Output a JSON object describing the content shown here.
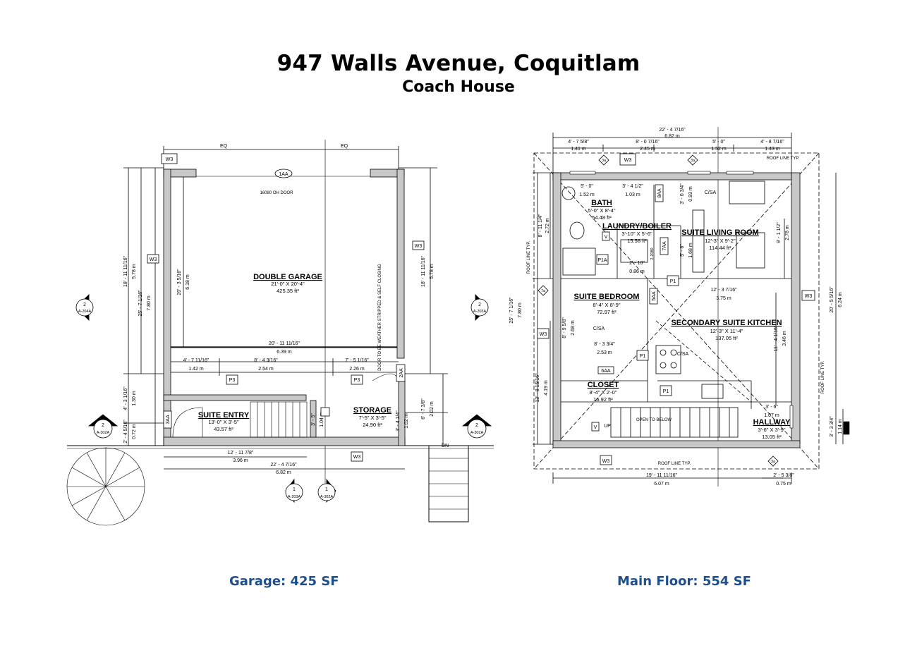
{
  "header": {
    "title": "947 Walls Avenue, Coquitlam",
    "subtitle": "Coach House"
  },
  "captions": {
    "garage": "Garage: 425 SF",
    "main_floor": "Main Floor: 554 SF"
  },
  "colors": {
    "caption": "#1f4e8c",
    "wall": "#c8c8c8",
    "line": "#000000"
  },
  "garage_plan": {
    "eq1": "EQ",
    "eq2": "EQ",
    "door_tag": "1AA",
    "oh_door": "16080 OH DOOR",
    "side_door_tag": "2AA",
    "wall_tag_w3": "W3",
    "door_note": "DOOR TO BE WEATHER STRIPPED & SELF CLOSING",
    "p3": "P3",
    "p3_tag": "P3",
    "rooms": {
      "double_garage": {
        "name": "DOUBLE GARAGE",
        "dims": "21'-0\" X 20'-4\"",
        "area": "425.35 ft²"
      },
      "suite_entry": {
        "name": "SUITE ENTRY",
        "dims": "13'-0\" X 3'-5\"",
        "area": "43.57 ft²"
      },
      "storage": {
        "name": "STORAGE",
        "dims": "7'-5\" X 3'-5\"",
        "area": "24.90 ft²"
      }
    },
    "dims": {
      "overall_width_ft": "22' - 4 7/16\"",
      "overall_width_m": "6.82 m",
      "inner_width_ft": "20' - 11 11/16\"",
      "inner_width_m": "6.39 m",
      "seg1_ft": "4' - 7 11/16\"",
      "seg1_m": "1.42 m",
      "seg2_ft": "8' - 4 3/16\"",
      "seg2_m": "2.54 m",
      "seg3_ft": "7' - 5 1/16\"",
      "seg3_m": "2.26 m",
      "entry_w_ft": "12' - 11 7/8\"",
      "entry_w_m": "3.96 m",
      "left_h1_ft": "18' - 11 11/16\"",
      "left_h1_m": "5.78 m",
      "left_h2_ft": "25' - 7 1/16\"",
      "left_h2_m": "7.80 m",
      "left_h3_ft": "20' - 3 5/16\"",
      "left_h3_m": "6.18 m",
      "left_h4_ft": "4' - 3 1/16\"",
      "left_h4_m": "1.30 m",
      "left_h5_ft": "2' - 4 5/16\"",
      "left_h5_m": "0.72 m",
      "right_h1_ft": "18' - 11 11/16\"",
      "right_h1_m": "5.78 m",
      "right_h2_ft": "6' - 7 3/8\"",
      "right_h2_m": "2.02 m",
      "right_h3_ft": "3' - 4 1/4\"",
      "right_h3_m": "1.02 m",
      "stair_ft": "3' - 5\"",
      "stair_m": "1.04 m"
    },
    "markers": {
      "left_num": "2",
      "left_ref": "A-204A",
      "right_num": "2",
      "right_ref": "A-203A",
      "bl_num": "2",
      "bl_ref": "A-302A",
      "br_num": "2",
      "br_ref": "A-302A",
      "b1_num": "1",
      "b1_ref": "A-203A",
      "b2_num": "1",
      "b2_ref": "A-302A",
      "side_tag": "3AA",
      "dn": "DN"
    }
  },
  "main_plan": {
    "wall_tag_w3": "W3",
    "cs": "C/SA",
    "p1": "P1",
    "p1a": "P1A",
    "v": "V",
    "up": "UP",
    "open_below": "OPEN TO BELOW",
    "roof_line": "ROOF LINE TYP.",
    "tag_3a": "3a",
    "tag_7a": "7a",
    "tag_8aa": "8AA",
    "tag_7aa": "7AA",
    "tag_5aa": "5AA",
    "tag_6aa": "6AA",
    "door_2080": "2-2080",
    "rooms": {
      "bath": {
        "name": "BATH",
        "dims": "5'-0\" X 8'-4\"",
        "area": "54.48 ft²"
      },
      "laundry": {
        "name": "LAUNDRY/BOILER",
        "dims": "3'-10\" X 5'-6\"",
        "area": "15.58 ft²"
      },
      "living": {
        "name": "SUITE LIVING ROOM",
        "dims": "12'-3\" X 9'-2\"",
        "area": "114.44 ft²"
      },
      "bedroom": {
        "name": "SUITE BEDROOM",
        "dims": "8'-4\" X 8'-9\"",
        "area": "72.97 ft²"
      },
      "kitchen": {
        "name": "SECONDARY SUITE KITCHEN",
        "dims": "12'-3\" X 11'-4\"",
        "area": "137.05 ft²"
      },
      "closet": {
        "name": "CLOSET",
        "dims": "8'-4\" X 2'-0\"",
        "area": "16.92 ft²"
      },
      "hallway": {
        "name": "HALLWAY",
        "dims": "3'-6\" X 3'-9\"",
        "area": "13.05 ft²"
      }
    },
    "dims": {
      "overall_ft": "22' - 4 7/16\"",
      "overall_m": "6.82 m",
      "top1_ft": "4' - 7 5/8\"",
      "top1_m": "1.41 m",
      "top2_ft": "8' - 0 7/16\"",
      "top2_m": "2.45 m",
      "top3_ft": "5' - 0\"",
      "top3_m": "1.52 m",
      "top4_ft": "4' - 8 7/16\"",
      "top4_m": "1.43 m",
      "bath_w_ft": "5' - 0\"",
      "bath_w_m": "1.52 m",
      "laundry_w_ft": "3' - 4 1/2\"",
      "laundry_w_m": "1.03 m",
      "laundry_v_ft": "3' - 0 3/4\"",
      "laundry_v_m": "0.93 m",
      "p1a_ft": "2' - 10\"",
      "p1a_m": "0.86 m",
      "lv_v_ft": "5' - 6\"",
      "lv_v_m": "1.68 m",
      "lr_h_ft": "9' - 1 1/2\"",
      "lr_h_m": "2.78 m",
      "kitchen_w_ft": "12' - 3 7/16\"",
      "kitchen_w_m": "3.75 m",
      "right_total_ft": "20' - 5 5/16\"",
      "right_total_m": "6.24 m",
      "kitchen_h_ft": "11' - 4 1/16\"",
      "kitchen_h_m": "3.46 m",
      "left1_ft": "8' - 11 1/4\"",
      "left1_m": "2.72 m",
      "left2_ft": "25' - 7 1/16\"",
      "left2_m": "7.80 m",
      "left3_ft": "13' - 8 15/16\"",
      "left3_m": "4.19 m",
      "bed_v_ft": "8' - 9 5/8\"",
      "bed_v_m": "2.68 m",
      "bed_w_ft": "8' - 3 3/4\"",
      "bed_w_m": "2.53 m",
      "hall_w_ft": "3' - 6\"",
      "hall_w_m": "1.07 m",
      "hall_h_ft": "3' - 3 3/4\"",
      "hall_h_m": "1.14 m",
      "bottom_ft": "19' - 11 11/16\"",
      "bottom_m": "6.07 m",
      "bottom2_ft": "2' - 5 3/8\"",
      "bottom2_m": "0.75 m"
    }
  }
}
